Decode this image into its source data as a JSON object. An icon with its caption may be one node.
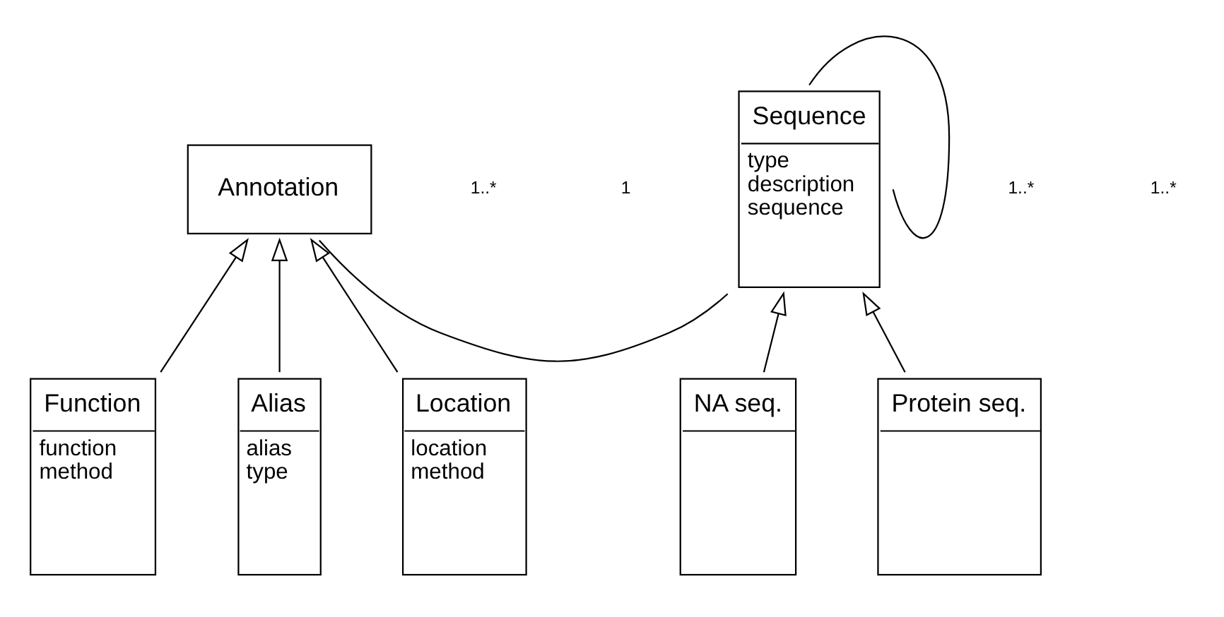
{
  "diagram": {
    "nodes": [
      {
        "text": [
          "Annotation"
        ]
      },
      {
        "text": [
          "Sequence",
          "type",
          "description",
          "sequence"
        ]
      },
      {
        "text": [
          "Function",
          "function",
          "method"
        ]
      },
      {
        "text": [
          "Alias",
          "alias",
          "type"
        ]
      },
      {
        "text": [
          "Location",
          "location",
          "method"
        ]
      },
      {
        "text": [
          "NA seq."
        ]
      },
      {
        "text": [
          "Protein seq."
        ]
      }
    ],
    "edges": [
      {
        "from": 0,
        "to": 1,
        "arrow": "none"
      },
      {
        "from": 1,
        "to": 1,
        "arrow": "none"
      },
      {
        "from": 2,
        "to": 0,
        "arrow": "to"
      },
      {
        "from": 3,
        "to": 0,
        "arrow": "to"
      },
      {
        "from": 4,
        "to": 0,
        "arrow": "to"
      },
      {
        "from": 5,
        "to": 1,
        "arrow": "to"
      },
      {
        "from": 6,
        "to": 1,
        "arrow": "to"
      }
    ],
    "labels": [
      "1..*",
      "1..*",
      "1",
      "1..*"
    ]
  }
}
